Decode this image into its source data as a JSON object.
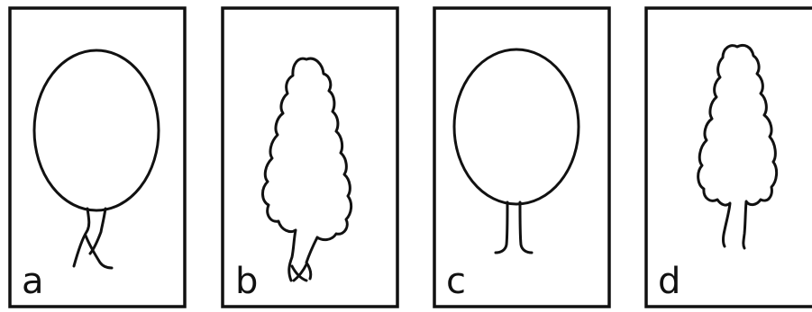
{
  "panels": [
    {
      "label": "a",
      "shape": "smooth-oval",
      "stem": "crossed"
    },
    {
      "label": "b",
      "shape": "bumpy-pointed",
      "stem": "crossed"
    },
    {
      "label": "c",
      "shape": "smooth-oval",
      "stem": "parallel"
    },
    {
      "label": "d",
      "shape": "bumpy-pointed",
      "stem": "parallel"
    }
  ],
  "colors": {
    "ink": "#111111",
    "background": "#ffffff"
  }
}
